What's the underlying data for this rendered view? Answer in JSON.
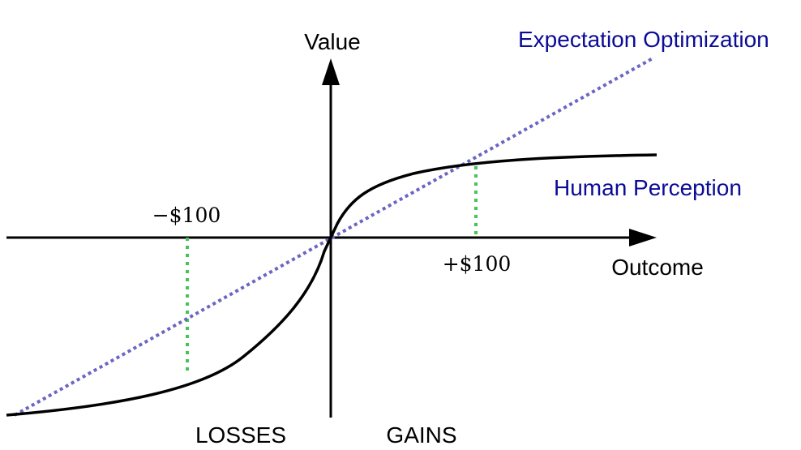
{
  "axes": {
    "y_label": "Value",
    "x_label": "Outcome"
  },
  "curves": {
    "expectation": {
      "label": "Expectation Optimization",
      "color": "#6a66c2"
    },
    "human": {
      "label": "Human Perception",
      "color": "#000000"
    }
  },
  "label_color": "#0b0b96",
  "marker_color": "#44c45a",
  "ticks": {
    "loss": "−$100",
    "gain": "+$100"
  },
  "regions": {
    "losses": "LOSSES",
    "gains": "GAINS"
  }
}
